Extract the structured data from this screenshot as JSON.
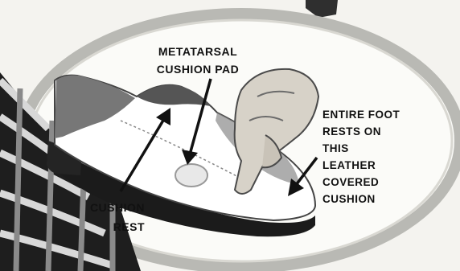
{
  "callouts": {
    "metatarsal": {
      "line1": "METATARSAL",
      "line2": "CUSHION PAD"
    },
    "entire_foot": {
      "line1": "ENTIRE FOOT",
      "line2": "RESTS ON",
      "line3": "THIS",
      "line4": "LEATHER",
      "line5": "COVERED",
      "line6": "CUSHION"
    },
    "cushion_rest": {
      "line1": "CUSHION",
      "line2": "REST"
    }
  },
  "colors": {
    "ink": "#111111",
    "paper": "#f4f3ef",
    "oval_fill": "#fbfbf8",
    "oval_stroke": "#b9b9b4",
    "dark_leather": "#333333"
  }
}
